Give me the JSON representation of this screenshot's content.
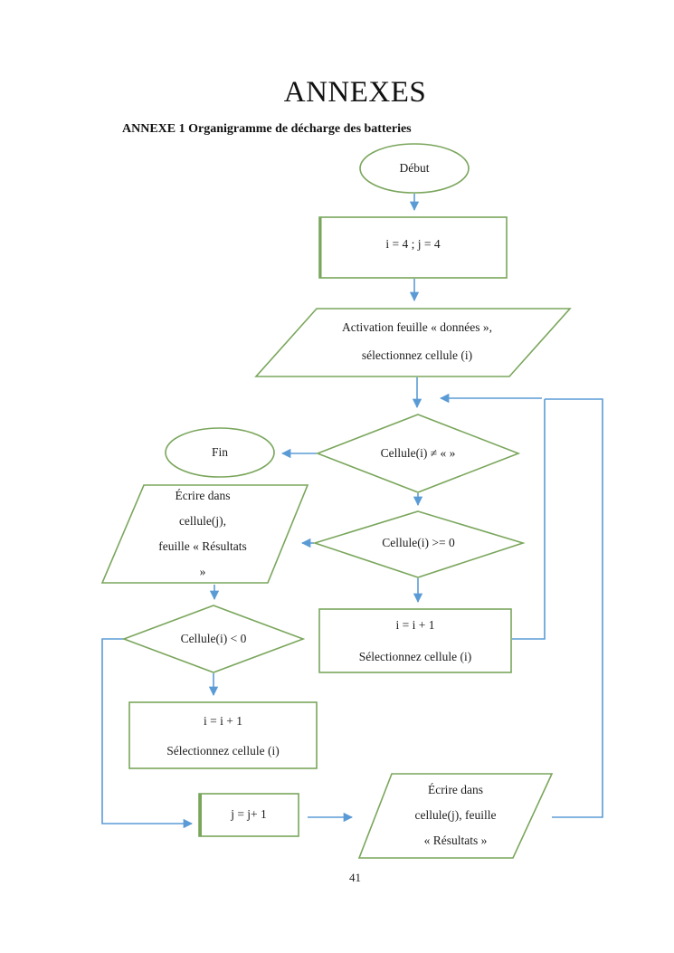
{
  "page": {
    "title": "ANNEXES",
    "subtitle": "ANNEXE 1 Organigramme de décharge des batteries",
    "page_number": "41"
  },
  "colors": {
    "shape_outline_green": "#7aa65c",
    "connector_blue": "#5b9bd5",
    "text": "#1c1c1c",
    "background": "#ffffff"
  },
  "flowchart": {
    "nodes": {
      "start": {
        "shape": "ellipse",
        "label": "Début"
      },
      "init": {
        "shape": "rectangle",
        "label": "i = 4 ; j = 4"
      },
      "activation": {
        "shape": "parallelogram",
        "lines": [
          "Activation feuille « données »,",
          "sélectionnez cellule (i)"
        ]
      },
      "cond_not_empty": {
        "shape": "diamond",
        "label": "Cellule(i) ≠ « »"
      },
      "end": {
        "shape": "ellipse",
        "label": "Fin"
      },
      "cond_ge_zero": {
        "shape": "diamond",
        "label": "Cellule(i) >= 0"
      },
      "write_left": {
        "shape": "parallelogram",
        "lines": [
          "Écrire dans",
          "cellule(j),",
          "feuille « Résultats",
          "»"
        ]
      },
      "incr_right": {
        "shape": "rectangle",
        "lines": [
          "i = i + 1",
          "Sélectionnez cellule (i)"
        ]
      },
      "cond_lt_zero": {
        "shape": "diamond",
        "label": "Cellule(i) < 0"
      },
      "incr_left": {
        "shape": "rectangle",
        "lines": [
          "i = i + 1",
          "Sélectionnez cellule (i)"
        ]
      },
      "incr_j": {
        "shape": "rectangle",
        "label": "j = j+ 1"
      },
      "write_bottom": {
        "shape": "parallelogram",
        "lines": [
          "Écrire dans",
          "cellule(j), feuille",
          "« Résultats »"
        ]
      }
    },
    "edges": [
      {
        "from": "start",
        "to": "init"
      },
      {
        "from": "init",
        "to": "activation"
      },
      {
        "from": "activation",
        "to": "cond_not_empty"
      },
      {
        "from": "cond_not_empty",
        "to": "end"
      },
      {
        "from": "cond_not_empty",
        "to": "cond_ge_zero"
      },
      {
        "from": "cond_ge_zero",
        "to": "write_left"
      },
      {
        "from": "cond_ge_zero",
        "to": "incr_right"
      },
      {
        "from": "incr_right",
        "to": "cond_not_empty"
      },
      {
        "from": "write_left",
        "to": "cond_lt_zero"
      },
      {
        "from": "cond_lt_zero",
        "to": "incr_left"
      },
      {
        "from": "cond_lt_zero",
        "to": "incr_j"
      },
      {
        "from": "incr_j",
        "to": "write_bottom"
      },
      {
        "from": "write_bottom",
        "to": "cond_not_empty"
      }
    ]
  }
}
